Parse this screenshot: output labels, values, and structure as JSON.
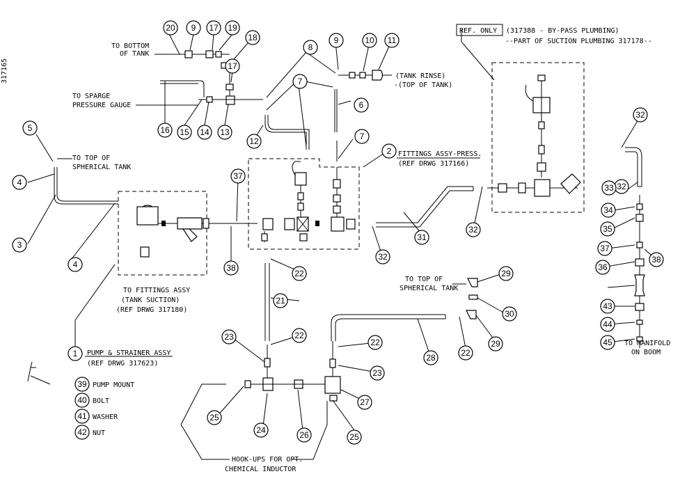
{
  "drawing_number": "317165",
  "labels": {
    "to_bottom": [
      "TO BOTTOM",
      "OF TANK"
    ],
    "sparge": [
      "TO SPARGE",
      "PRESSURE GAUGE"
    ],
    "to_top_spherical_left": [
      "TO TOP OF",
      "SPHERICAL TANK"
    ],
    "tank_rinse": [
      "(TANK RINSE)",
      "-(TOP OF TANK)"
    ],
    "fittings_press": [
      "FITTINGS ASSY-PRESS.",
      "(REF DRWG 317166)"
    ],
    "ref_only": "REF. ONLY",
    "bypass": [
      "(317388 - BY-PASS PLUMBING)",
      "--PART OF SUCTION PLUMBING 317178--"
    ],
    "fittings_suction": [
      "TO FITTINGS ASSY",
      "(TANK SUCTION)",
      "(REF DRWG 317180)"
    ],
    "pump_strainer": [
      "PUMP & STRAINER ASSY",
      "(REF DRWG 317623)"
    ],
    "to_top_spherical_right": [
      "TO TOP OF",
      "SPHERICAL TANK"
    ],
    "manifold": [
      "TO MANIFOLD",
      "ON BOOM"
    ],
    "hookups": [
      "HOOK-UPS FOR OPT.",
      "CHEMICAL INDUCTOR"
    ],
    "legend": [
      {
        "num": "39",
        "text": "PUMP MOUNT"
      },
      {
        "num": "40",
        "text": "BOLT"
      },
      {
        "num": "41",
        "text": "WASHER"
      },
      {
        "num": "42",
        "text": "NUT"
      }
    ]
  },
  "callouts": [
    "1",
    "2",
    "3",
    "4",
    "4",
    "5",
    "6",
    "7",
    "7",
    "8",
    "9",
    "9",
    "10",
    "11",
    "12",
    "13",
    "14",
    "15",
    "16",
    "17",
    "17",
    "18",
    "19",
    "20",
    "21",
    "22",
    "22",
    "22",
    "22",
    "23",
    "23",
    "24",
    "25",
    "25",
    "26",
    "27",
    "28",
    "29",
    "29",
    "30",
    "31",
    "32",
    "32",
    "32",
    "32",
    "33",
    "34",
    "35",
    "36",
    "37",
    "37",
    "38",
    "38",
    "43",
    "44",
    "45"
  ]
}
